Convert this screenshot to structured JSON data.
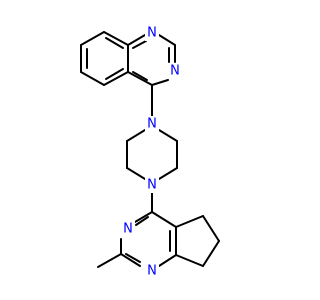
{
  "molecule": {
    "atom_labels": {
      "n_quin_a": "N",
      "n_quin_b": "N",
      "n_pip_top": "N",
      "n_pip_bottom": "N",
      "n_pyr_a": "N",
      "n_pyr_b": "N"
    },
    "colors": {
      "bond": "#000000",
      "nitrogen": "#0000ff",
      "background": "#ffffff"
    }
  }
}
